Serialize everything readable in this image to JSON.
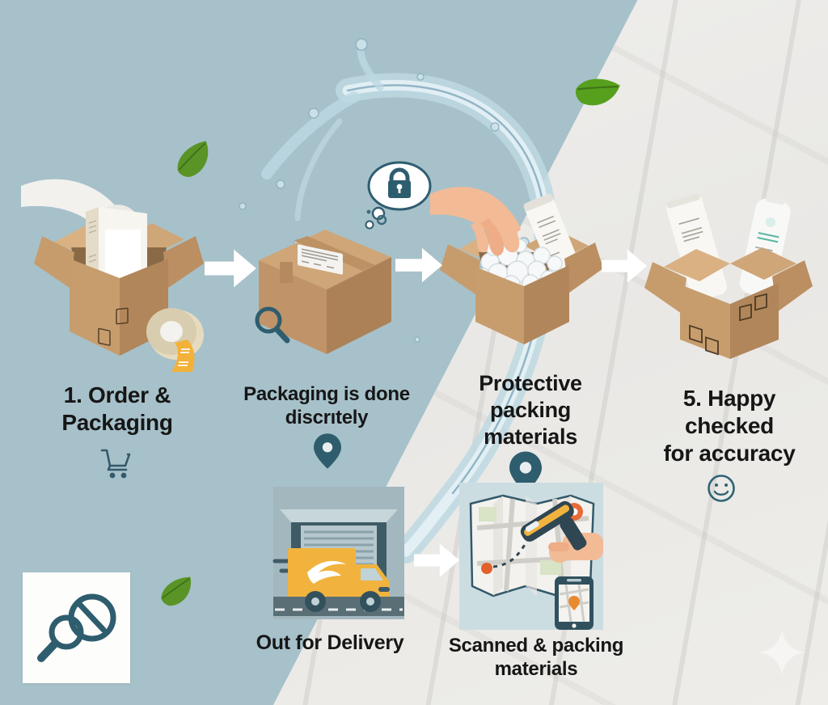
{
  "title": "Order packaging and delivery process infographic",
  "background": {
    "left_color": "#a7c1ca",
    "right_texture": "white marble",
    "right_color": "#edecea"
  },
  "palette": {
    "accent_teal": "#2e5d6e",
    "text": "#161616",
    "cardboard": "#c49a6c",
    "tape_yellow": "#f2b139",
    "truck_yellow": "#f1b33e",
    "marker_orange": "#e2602c",
    "leaf_green": "#5a9427"
  },
  "flow_steps": [
    {
      "label": "1. Order &\nPackaging",
      "icon": "shopping-cart",
      "illustration": "white mannequin hand placing product box into open carton, tape roll beside"
    },
    {
      "label": "Packaging is done\ndiscrıtely",
      "icon": "location-pin",
      "illustration": "sealed plain shipping box with label, magnifier, lock inside thought bubble"
    },
    {
      "label": "Protective\npacking\nmaterials",
      "icon": "location-pin",
      "illustration": "hand pressing packing peanuts around tube in open box"
    },
    {
      "label": "5. Happy\nchecked\nfor accuracy",
      "icon": "smiley-face",
      "illustration": "open box with cosmetic tube and spray bottle"
    }
  ],
  "delivery_steps": [
    {
      "label": "Out for Delivery",
      "illustration": "yellow winged delivery truck leaving warehouse"
    },
    {
      "label": "Scanned & packing\nmaterials",
      "illustration": "hand scanning route map with barcode scanner, phone with map pin"
    }
  ],
  "decorations": {
    "water_splash": "arc of clear water sweeping from top center down the middle",
    "leaves": [
      "basil-leaf-top-left",
      "basil-leaf-top-right",
      "basil-leaf-bottom-left"
    ],
    "sparkle": "soft white four-point star bottom right",
    "logo_card": "white card with magnifier and no-sign (discreet / no-peek mark)"
  }
}
